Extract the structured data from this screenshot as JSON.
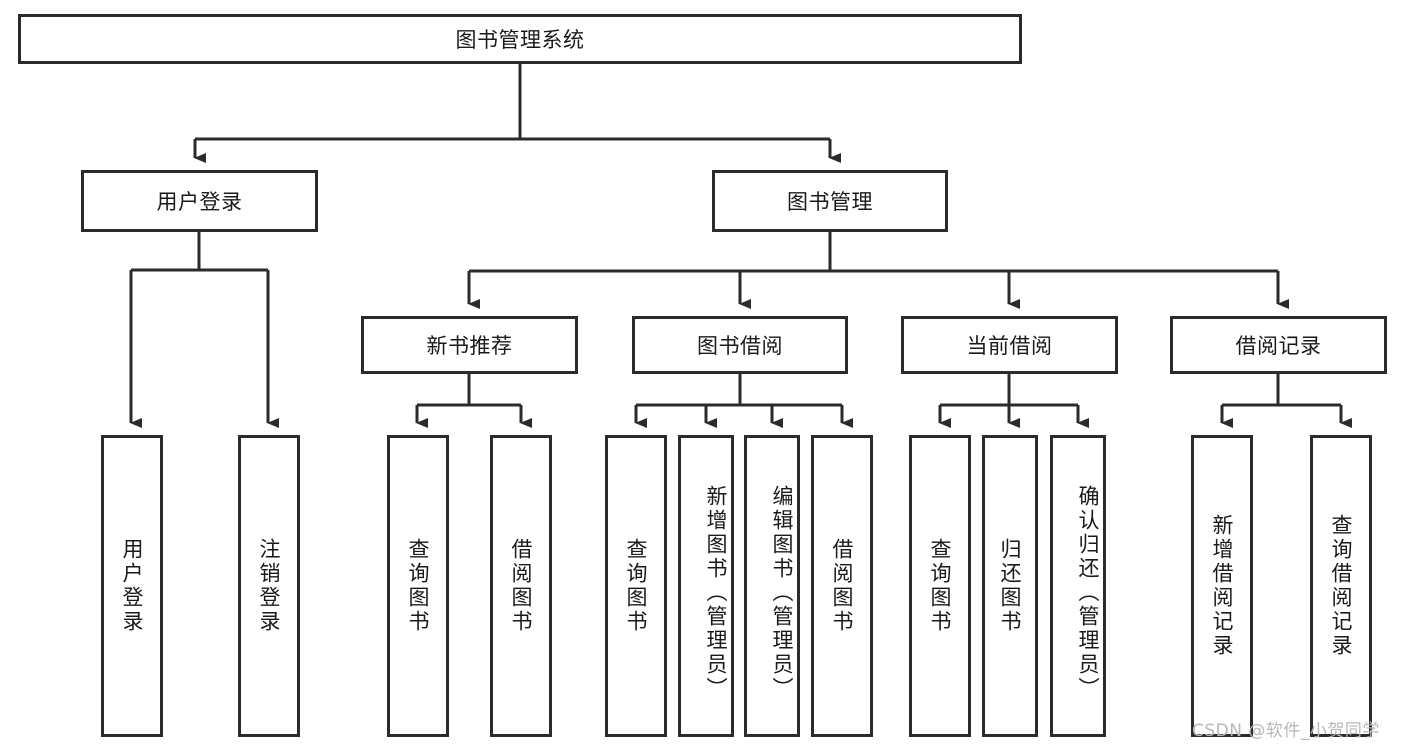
{
  "diagram": {
    "title": "图书管理系统",
    "type": "tree-hierarchy",
    "root": {
      "id": "root",
      "label": "图书管理系统"
    },
    "level2": [
      {
        "id": "user-login",
        "label": "用户登录"
      },
      {
        "id": "book-manage",
        "label": "图书管理"
      }
    ],
    "level3": [
      {
        "id": "new-book-rec",
        "label": "新书推荐",
        "parent": "book-manage"
      },
      {
        "id": "book-borrow",
        "label": "图书借阅",
        "parent": "book-manage"
      },
      {
        "id": "current-borrow",
        "label": "当前借阅",
        "parent": "book-manage"
      },
      {
        "id": "borrow-record",
        "label": "借阅记录",
        "parent": "book-manage"
      }
    ],
    "leaves": [
      {
        "id": "leaf-user-login",
        "label": "用户登录",
        "parent": "user-login"
      },
      {
        "id": "leaf-logout",
        "label": "注销登录",
        "parent": "user-login"
      },
      {
        "id": "leaf-query-book-1",
        "label": "查询图书",
        "parent": "new-book-rec"
      },
      {
        "id": "leaf-borrow-book-1",
        "label": "借阅图书",
        "parent": "new-book-rec"
      },
      {
        "id": "leaf-query-book-2",
        "label": "查询图书",
        "parent": "book-borrow"
      },
      {
        "id": "leaf-add-book",
        "label": "新增图书（管理员）",
        "parent": "book-borrow"
      },
      {
        "id": "leaf-edit-book",
        "label": "编辑图书（管理员）",
        "parent": "book-borrow"
      },
      {
        "id": "leaf-borrow-book-2",
        "label": "借阅图书",
        "parent": "book-borrow"
      },
      {
        "id": "leaf-query-book-3",
        "label": "查询图书",
        "parent": "current-borrow"
      },
      {
        "id": "leaf-return-book",
        "label": "归还图书",
        "parent": "current-borrow"
      },
      {
        "id": "leaf-confirm-return",
        "label": "确认归还（管理员）",
        "parent": "current-borrow"
      },
      {
        "id": "leaf-add-record",
        "label": "新增借阅记录",
        "parent": "borrow-record"
      },
      {
        "id": "leaf-query-record",
        "label": "查询借阅记录",
        "parent": "borrow-record"
      }
    ]
  },
  "watermark": {
    "text": "CSDN @软件_小贺同学"
  },
  "colors": {
    "stroke": "#2b2b2b",
    "fill": "#ffffff",
    "text": "#1a1a1a",
    "watermark": "#b8b8b8"
  }
}
